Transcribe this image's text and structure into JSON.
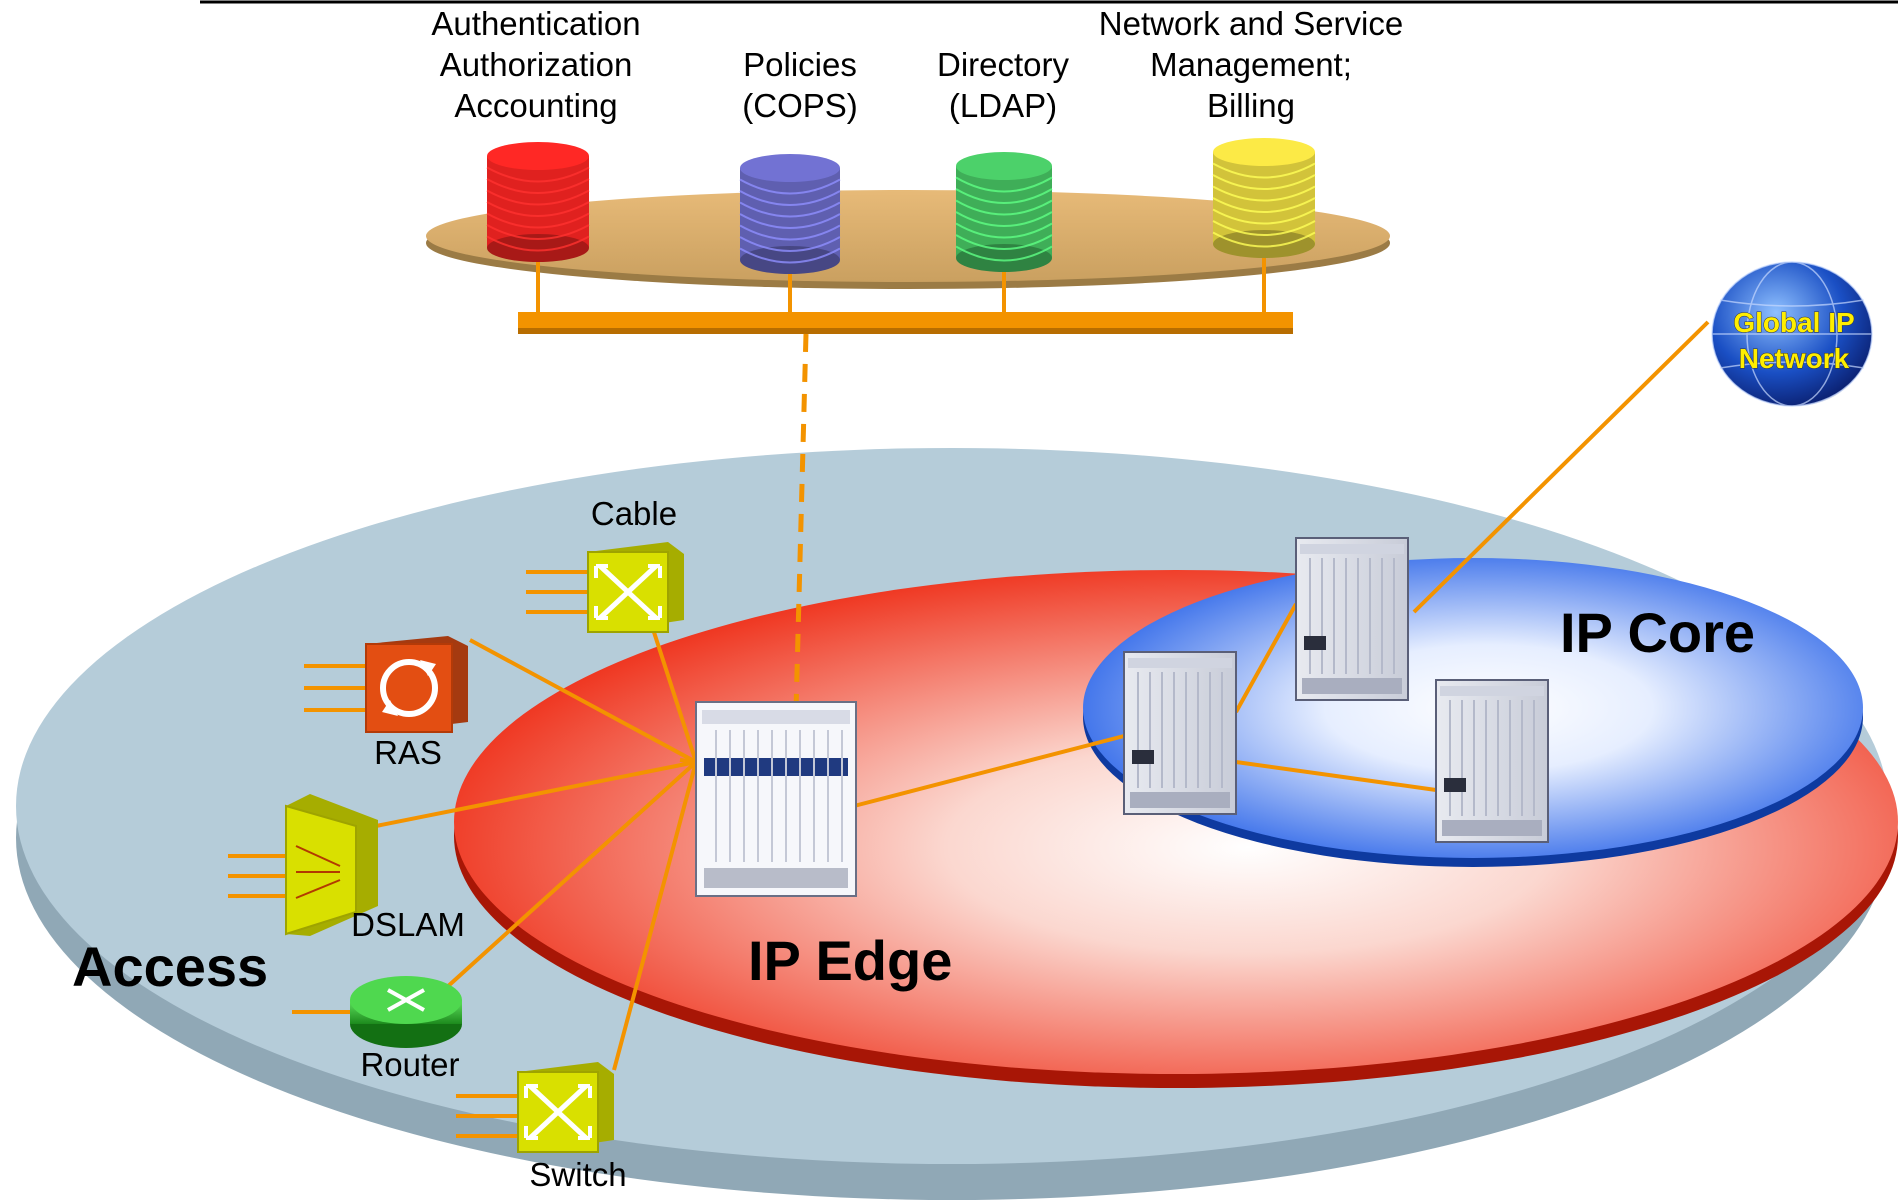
{
  "services": {
    "aaa": {
      "line1": "Authentication",
      "line2": "Authorization",
      "line3": "Accounting",
      "color": "#e0211f"
    },
    "policies": {
      "line1": "Policies",
      "line2": "(COPS)",
      "color": "#5f5fb0"
    },
    "directory": {
      "line1": "Directory",
      "line2": "(LDAP)",
      "color": "#3fae58"
    },
    "management": {
      "line1": "Network and Service",
      "line2": "Management;",
      "line3": "Billing",
      "color": "#d2c33a"
    }
  },
  "zones": {
    "access": {
      "label": "Access",
      "color": "#b5ccd9"
    },
    "edge": {
      "label": "IP Edge",
      "color": "#ee2a13"
    },
    "core": {
      "label": "IP Core",
      "color": "#1a58e6"
    }
  },
  "devices": {
    "cable": "Cable",
    "ras": "RAS",
    "dslam": "DSLAM",
    "router": "Router",
    "switch": "Switch"
  },
  "global_network": {
    "line1": "Global IP",
    "line2": "Network",
    "color": "#1a2f8f"
  },
  "link_color": "#f39300"
}
